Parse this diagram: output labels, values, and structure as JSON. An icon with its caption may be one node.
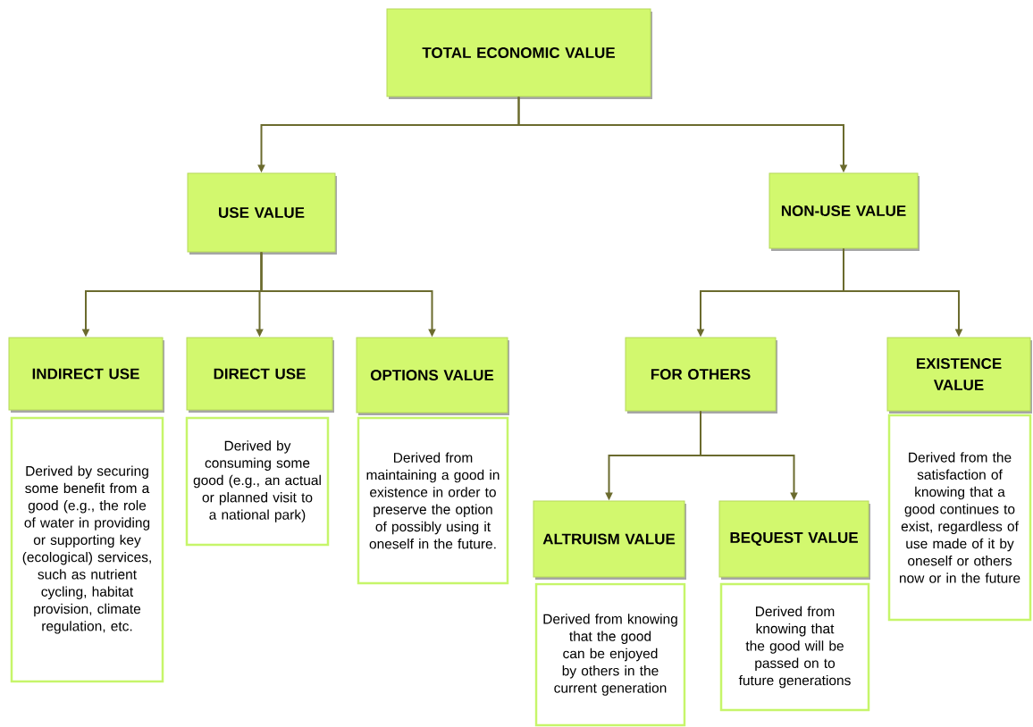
{
  "diagram": {
    "nodes": [
      {
        "text": [
          "TOTAL ECONOMIC VALUE"
        ]
      },
      {
        "text": [
          "USE VALUE"
        ]
      },
      {
        "text": [
          "NON-USE VALUE"
        ]
      },
      {
        "text": [
          "INDIRECT USE"
        ]
      },
      {
        "text": [
          "Derived by securing some benefit from a good (e.g., the role of water in providing or supporting key (ecological) services, such as nutrient cycling, habitat provision, climate regulation, etc."
        ]
      },
      {
        "text": [
          "DIRECT  USE"
        ]
      },
      {
        "text": [
          "Derived by consuming some good (e.g., an actual or planned visit to a national park)"
        ]
      },
      {
        "text": [
          "OPTIONS VALUE"
        ]
      },
      {
        "text": [
          "Derived from maintaining  a good in existence in order to preserve the option of possibly using it oneself in the future."
        ]
      },
      {
        "text": [
          "FOR OTHERS"
        ]
      },
      {
        "text": [
          "EXISTENCE VALUE"
        ]
      },
      {
        "text": [
          "Derived from the satisfaction of knowing that a good continues to exist, regardless of use made of it by oneself or others now or in the future"
        ]
      },
      {
        "text": [
          "ALTRUISM VALUE"
        ]
      },
      {
        "text": [
          "Derived from knowing that the good can be enjoyed by others in the current generation"
        ]
      },
      {
        "text": [
          "BEQUEST VALUE"
        ]
      },
      {
        "text": [
          "Derived from knowing that the good will be passed on to future generations"
        ]
      }
    ],
    "edges": [
      {
        "from": 0,
        "to": 1,
        "arrow": "to"
      },
      {
        "from": 0,
        "to": 2,
        "arrow": "to"
      },
      {
        "from": 1,
        "to": 3,
        "arrow": "to"
      },
      {
        "from": 1,
        "to": 5,
        "arrow": "to"
      },
      {
        "from": 1,
        "to": 7,
        "arrow": "to"
      },
      {
        "from": 2,
        "to": 9,
        "arrow": "to"
      },
      {
        "from": 2,
        "to": 10,
        "arrow": "to"
      },
      {
        "from": 9,
        "to": 12,
        "arrow": "to"
      },
      {
        "from": 9,
        "to": 14,
        "arrow": "to"
      }
    ]
  }
}
